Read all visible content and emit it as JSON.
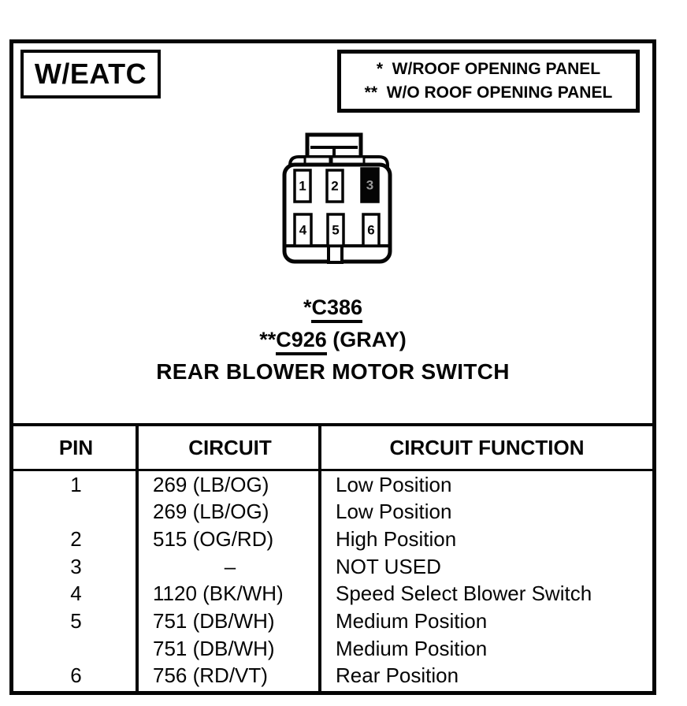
{
  "page": {
    "variant_label": "W/EATC",
    "notes": {
      "line1": "*  W/ROOF OPENING PANEL",
      "line2": "**  W/O ROOF OPENING PANEL"
    },
    "connector": {
      "title": "REAR BLOWER MOTOR SWITCH",
      "labels": [
        {
          "prefix": "*",
          "code": "C386",
          "suffix": ""
        },
        {
          "prefix": "**",
          "code": "C926",
          "suffix": " (GRAY)"
        }
      ],
      "pins": [
        {
          "n": "1",
          "filled": false
        },
        {
          "n": "2",
          "filled": false
        },
        {
          "n": "3",
          "filled": true
        },
        {
          "n": "4",
          "filled": false
        },
        {
          "n": "5",
          "filled": false
        },
        {
          "n": "6",
          "filled": false
        }
      ]
    },
    "table": {
      "headers": [
        "PIN",
        "CIRCUIT",
        "CIRCUIT FUNCTION"
      ],
      "rows": [
        {
          "pin": "1",
          "circuit": "269 (LB/OG)",
          "function": "Low Position"
        },
        {
          "pin": "",
          "circuit": "269 (LB/OG)",
          "function": "Low Position"
        },
        {
          "pin": "2",
          "circuit": "515 (OG/RD)",
          "function": "High Position"
        },
        {
          "pin": "3",
          "circuit": "–",
          "function": "NOT USED"
        },
        {
          "pin": "4",
          "circuit": "1120 (BK/WH)",
          "function": "Speed Select Blower Switch"
        },
        {
          "pin": "5",
          "circuit": "751 (DB/WH)",
          "function": "Medium Position"
        },
        {
          "pin": "",
          "circuit": "751 (DB/WH)",
          "function": "Medium Position"
        },
        {
          "pin": "6",
          "circuit": "756 (RD/VT)",
          "function": "Rear Position"
        }
      ]
    },
    "colors": {
      "ink": "#050505",
      "paper": "#ffffff",
      "filled_pin_numeral": "#9a9a9a"
    }
  }
}
